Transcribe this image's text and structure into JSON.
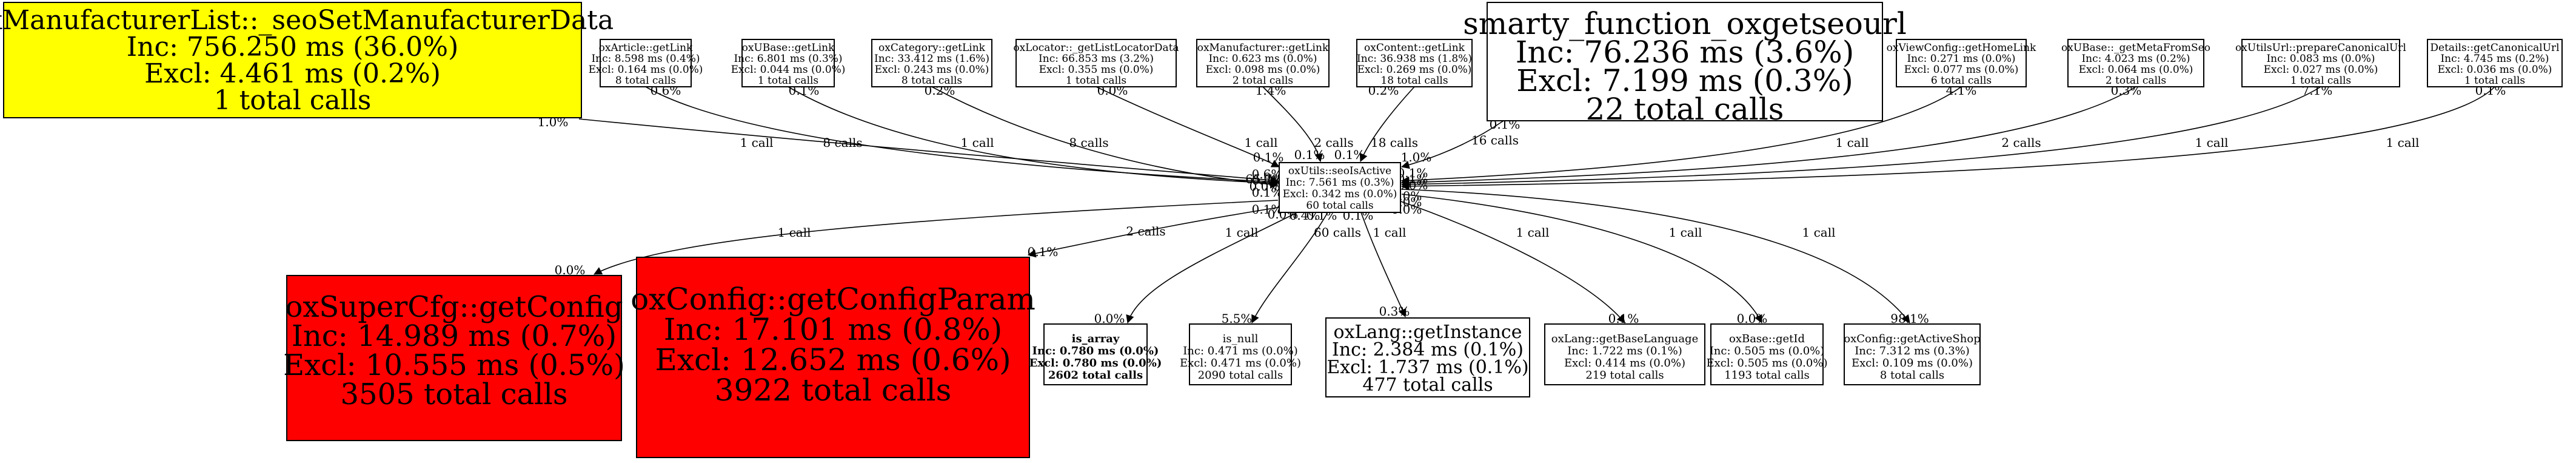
{
  "nodes": {
    "center": {
      "lines": [
        "oxUtils::seoIsActive",
        "Inc: 7.561 ms (0.3%)",
        "Excl: 0.342 ms (0.0%)",
        "60 total calls"
      ],
      "color": "#ffffff"
    },
    "manufacturer_list": {
      "lines": [
        "oxManufacturerList::_seoSetManufacturerData",
        "Inc: 756.250 ms (36.0%)",
        "Excl: 4.461 ms (0.2%)",
        "1 total calls"
      ],
      "color": "#ffff00"
    },
    "smarty": {
      "lines": [
        "smarty_function_oxgetseourl",
        "Inc: 76.236 ms (3.6%)",
        "Excl: 7.199 ms (0.3%)",
        "22 total calls"
      ],
      "color": "#ffffff"
    },
    "article_getlink": {
      "lines": [
        "oxArticle::getLink",
        "Inc: 8.598 ms (0.4%)",
        "Excl: 0.164 ms (0.0%)",
        "8 total calls"
      ],
      "color": "#ffffff"
    },
    "ubase_getlink": {
      "lines": [
        "oxUBase::getLink",
        "Inc: 6.801 ms (0.3%)",
        "Excl: 0.044 ms (0.0%)",
        "1 total calls"
      ],
      "color": "#ffffff"
    },
    "category_getlink": {
      "lines": [
        "oxCategory::getLink",
        "Inc: 33.412 ms (1.6%)",
        "Excl: 0.243 ms (0.0%)",
        "8 total calls"
      ],
      "color": "#ffffff"
    },
    "locator": {
      "lines": [
        "oxLocator::_getListLocatorData",
        "Inc: 66.853 ms (3.2%)",
        "Excl: 0.355 ms (0.0%)",
        "1 total calls"
      ],
      "color": "#ffffff"
    },
    "manufacturer_getlink": {
      "lines": [
        "oxManufacturer::getLink",
        "Inc: 0.623 ms (0.0%)",
        "Excl: 0.098 ms (0.0%)",
        "2 total calls"
      ],
      "color": "#ffffff"
    },
    "content_getlink": {
      "lines": [
        "oxContent::getLink",
        "Inc: 36.938 ms (1.8%)",
        "Excl: 0.269 ms (0.0%)",
        "18 total calls"
      ],
      "color": "#ffffff"
    },
    "viewconfig_homelink": {
      "lines": [
        "oxViewConfig::getHomeLink",
        "Inc: 0.271 ms (0.0%)",
        "Excl: 0.077 ms (0.0%)",
        "6 total calls"
      ],
      "color": "#ffffff"
    },
    "ubase_metafromseo": {
      "lines": [
        "oxUBase::_getMetaFromSeo",
        "Inc: 4.023 ms (0.2%)",
        "Excl: 0.064 ms (0.0%)",
        "2 total calls"
      ],
      "color": "#ffffff"
    },
    "utilsurl_canonical": {
      "lines": [
        "oxUtilsUrl::prepareCanonicalUrl",
        "Inc: 0.083 ms (0.0%)",
        "Excl: 0.027 ms (0.0%)",
        "1 total calls"
      ],
      "color": "#ffffff"
    },
    "details_canonical": {
      "lines": [
        "Details::getCanonicalUrl",
        "Inc: 4.745 ms (0.2%)",
        "Excl: 0.036 ms (0.0%)",
        "1 total calls"
      ],
      "color": "#ffffff"
    },
    "supercfg_getconfig": {
      "lines": [
        "oxSuperCfg::getConfig",
        "Inc: 14.989 ms (0.7%)",
        "Excl: 10.555 ms (0.5%)",
        "3505 total calls"
      ],
      "color": "#ff0000"
    },
    "config_getconfigparam": {
      "lines": [
        "oxConfig::getConfigParam",
        "Inc: 17.101 ms (0.8%)",
        "Excl: 12.652 ms (0.6%)",
        "3922 total calls"
      ],
      "color": "#ff0000"
    },
    "is_array": {
      "lines": [
        "is_array",
        "Inc: 0.780 ms (0.0%)",
        "Excl: 0.780 ms (0.0%)",
        "2602 total calls"
      ],
      "color": "#ffffff"
    },
    "is_null": {
      "lines": [
        "is_null",
        "Inc: 0.471 ms (0.0%)",
        "Excl: 0.471 ms (0.0%)",
        "2090 total calls"
      ],
      "color": "#ffffff"
    },
    "lang_getinstance": {
      "lines": [
        "oxLang::getInstance",
        "Inc: 2.384 ms (0.1%)",
        "Excl: 1.737 ms (0.1%)",
        "477 total calls"
      ],
      "color": "#ffffff"
    },
    "lang_baselanguage": {
      "lines": [
        "oxLang::getBaseLanguage",
        "Inc: 1.722 ms (0.1%)",
        "Excl: 0.414 ms (0.0%)",
        "219 total calls"
      ],
      "color": "#ffffff"
    },
    "base_getid": {
      "lines": [
        "oxBase::getId",
        "Inc: 0.505 ms (0.0%)",
        "Excl: 0.505 ms (0.0%)",
        "1193 total calls"
      ],
      "color": "#ffffff"
    },
    "config_activeshop": {
      "lines": [
        "oxConfig::getActiveShop",
        "Inc: 7.312 ms (0.3%)",
        "Excl: 0.109 ms (0.0%)",
        "8 total calls"
      ],
      "color": "#ffffff"
    }
  },
  "edges": {
    "manufacturer_list": {
      "calls": "1 call",
      "pct_src": "1.0%",
      "pct_dst": "0.6%"
    },
    "article_getlink": {
      "calls": "8 calls",
      "pct_src": "0.6%",
      "pct_dst": "0.8%"
    },
    "ubase_getlink": {
      "calls": "1 call",
      "pct_src": "0.1%",
      "pct_dst": "0.0%"
    },
    "category_getlink": {
      "calls": "8 calls",
      "pct_src": "0.2%",
      "pct_dst": "0.1%"
    },
    "locator": {
      "calls": "1 call",
      "pct_src": "0.0%",
      "pct_dst": "0.1%"
    },
    "manufacturer_getlink": {
      "calls": "2 calls",
      "pct_src": "1.4%",
      "pct_dst": "0.1%"
    },
    "content_getlink": {
      "calls": "18 calls",
      "pct_src": "0.2%",
      "pct_dst": "0.1%"
    },
    "smarty": {
      "calls": "16 calls",
      "pct_src": "0.1%",
      "pct_dst": "1.0%"
    },
    "viewconfig_homelink": {
      "calls": "1 call",
      "pct_src": "4.1%",
      "pct_dst": "0.1%"
    },
    "ubase_metafromseo": {
      "calls": "2 calls",
      "pct_src": "0.3%",
      "pct_dst": "0.1%"
    },
    "utilsurl_canonical": {
      "calls": "1 call",
      "pct_src": "7.1%",
      "pct_dst": "0.0%"
    },
    "details_canonical": {
      "calls": "1 call",
      "pct_src": "0.1%",
      "pct_dst": "65.7%"
    },
    "supercfg_getconfig": {
      "calls": "1 call",
      "pct_src": "0.1%",
      "pct_dst": "0.0%"
    },
    "config_getconfigparam": {
      "calls": "2 calls",
      "pct_src": "0.0%",
      "pct_dst": "0.1%"
    },
    "is_array": {
      "calls": "1 call",
      "pct_src": "0.4%",
      "pct_dst": "0.0%"
    },
    "is_null": {
      "calls": "60 calls",
      "pct_src": "0.1%",
      "pct_dst": "5.5%"
    },
    "lang_getinstance": {
      "calls": "1 call",
      "pct_src": "0.1%",
      "pct_dst": "0.3%"
    },
    "lang_baselanguage": {
      "calls": "1 call",
      "pct_src": "0.0%",
      "pct_dst": "0.1%"
    },
    "base_getid": {
      "calls": "1 call",
      "pct_src": "0.0%",
      "pct_dst": "0.0%"
    },
    "config_activeshop": {
      "calls": "1 call",
      "pct_src": "0.0%",
      "pct_dst": "98.1%"
    }
  }
}
